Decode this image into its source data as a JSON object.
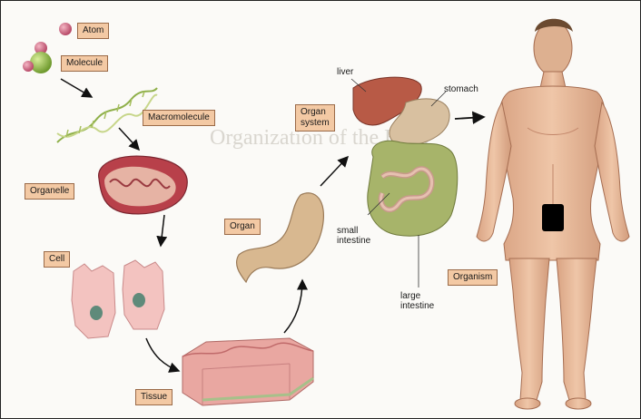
{
  "labels": {
    "atom": "Atom",
    "molecule": "Molecule",
    "macromolecule": "Macromolecule",
    "organelle": "Organelle",
    "cell": "Cell",
    "tissue": "Tissue",
    "organ": "Organ",
    "organ_system_line1": "Organ",
    "organ_system_line2": "system",
    "organism": "Organism"
  },
  "annotations": {
    "liver": "liver",
    "stomach": "stomach",
    "small_intestine_line1": "small",
    "small_intestine_line2": "intestine",
    "large_intestine_line1": "large",
    "large_intestine_line2": "intestine"
  },
  "colors": {
    "label_fill": "#f3c9a4",
    "label_border": "#9a6a48",
    "arrow": "#111111",
    "skin": "#e8b898",
    "organ_pink": "#d98a78",
    "intestine_green": "#9aa860",
    "censor": "#000000"
  }
}
